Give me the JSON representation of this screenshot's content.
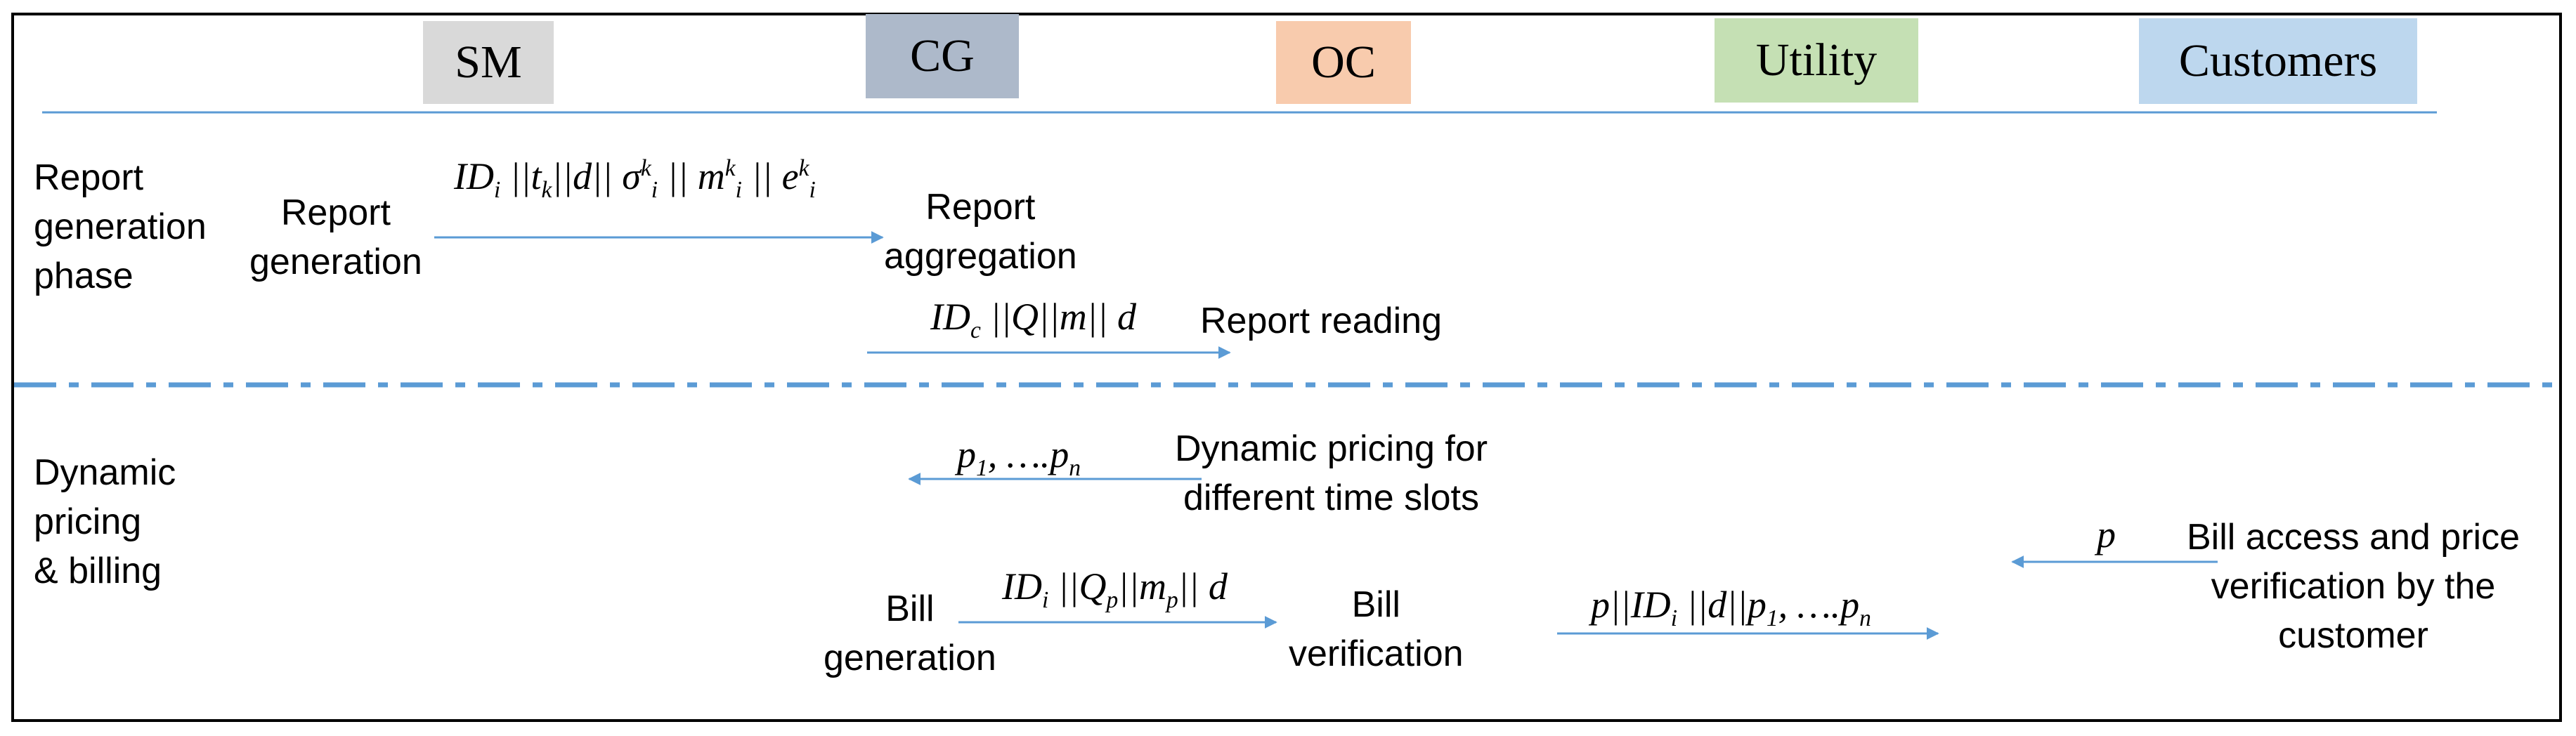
{
  "colors": {
    "line": "#5b9bd5",
    "sm": "#d9d9d9",
    "cg": "#adb9ca",
    "oc": "#f8cbad",
    "utility": "#c5e0b4",
    "customers": "#bdd7ee"
  },
  "headers": {
    "sm": "SM",
    "cg": "CG",
    "oc": "OC",
    "utility": "Utility",
    "customers": "Customers"
  },
  "phases": {
    "report": [
      "Report",
      "generation",
      "phase"
    ],
    "pricing": [
      "Dynamic",
      "pricing",
      "& billing"
    ]
  },
  "report_phase": {
    "report_generation": [
      "Report",
      "generation"
    ],
    "report_aggregation": [
      "Report",
      "aggregation"
    ],
    "report_reading": "Report reading",
    "msg1": {
      "id": "ID",
      "id_sub": "i",
      "t": "t",
      "t_sub": "k",
      "d": "d",
      "sigma": "σ",
      "sigma_sup": "k",
      "sigma_sub": "i",
      "m": "m",
      "m_sup": "k",
      "m_sub": "i",
      "e": "e",
      "e_sup": "k",
      "e_sub": "i"
    },
    "msg2": {
      "id": "ID",
      "id_sub": "c",
      "q": "Q",
      "m": "m",
      "d": "d"
    }
  },
  "pricing_phase": {
    "dynamic_pricing": [
      "Dynamic pricing for",
      "different time slots"
    ],
    "bill_generation": [
      "Bill",
      "generation"
    ],
    "bill_verification": [
      "Bill",
      "verification"
    ],
    "bill_access": [
      "Bill access and price",
      "verification by the",
      "customer"
    ],
    "msg_prices": {
      "p1": "p",
      "p1_sub": "1",
      "dots": ", ….",
      "pn": "p",
      "pn_sub": "n"
    },
    "msg_bill": {
      "id": "ID",
      "id_sub": "i",
      "q": "Q",
      "q_sub": "p",
      "m": "m",
      "m_sub": "p",
      "d": "d"
    },
    "msg_verify": {
      "p": "p",
      "id": "ID",
      "id_sub": "i",
      "d": "d",
      "p1": "p",
      "p1_sub": "1",
      "dots": ", ….",
      "pn": "p",
      "pn_sub": "n"
    },
    "msg_p": "p"
  }
}
